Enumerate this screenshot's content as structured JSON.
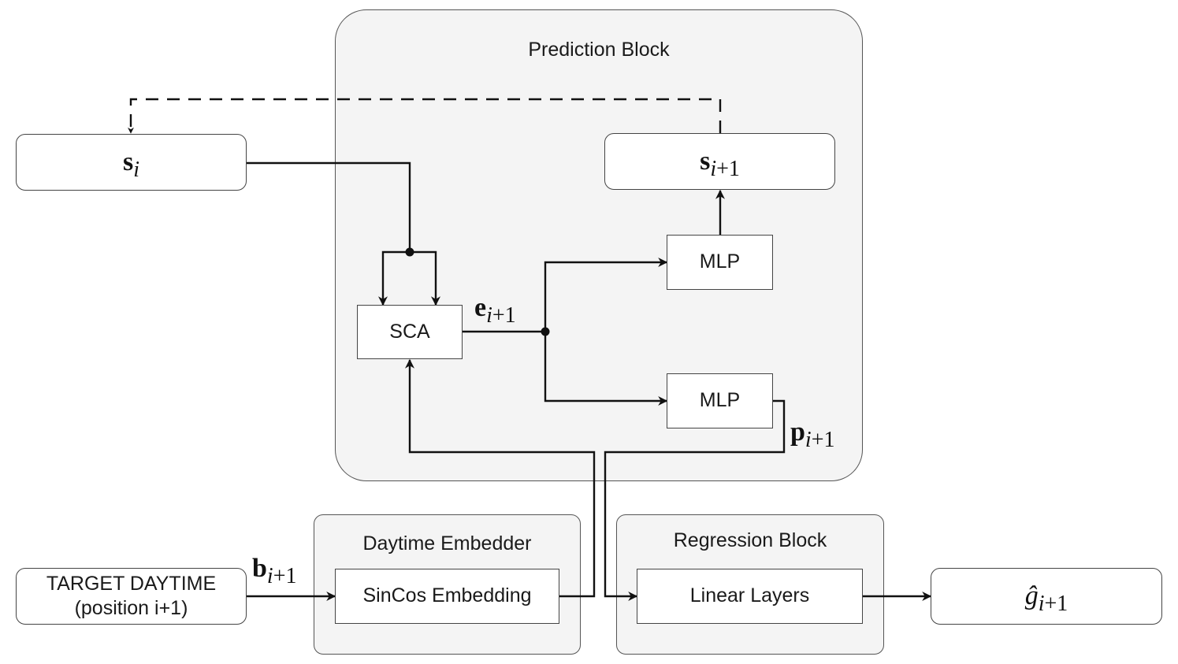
{
  "diagram": {
    "containers": {
      "prediction_block": {
        "title": "Prediction Block"
      },
      "daytime_embedder": {
        "title": "Daytime Embedder"
      },
      "regression_block": {
        "title": "Regression Block"
      }
    },
    "nodes": {
      "state_current": {
        "symbol": "s",
        "subscript": "i",
        "plain": "s_i"
      },
      "state_next": {
        "symbol": "s",
        "subscript": "i",
        "subscript_suffix": "+1",
        "plain": "s_{i+1}"
      },
      "sca": {
        "label": "SCA"
      },
      "mlp_top": {
        "label": "MLP"
      },
      "mlp_bottom": {
        "label": "MLP"
      },
      "target_daytime": {
        "line1": "TARGET DAYTIME",
        "line2": "(position i+1)"
      },
      "sincos_embedding": {
        "label": "SinCos Embedding"
      },
      "linear_layers": {
        "label": "Linear Layers"
      },
      "output": {
        "symbol": "ĝ",
        "subscript": "i",
        "subscript_suffix": "+1",
        "plain": "\\hat{g}_{i+1}"
      }
    },
    "edge_labels": {
      "e": {
        "symbol": "e",
        "subscript": "i",
        "subscript_suffix": "+1",
        "plain": "e_{i+1}"
      },
      "p": {
        "symbol": "p",
        "subscript": "i",
        "subscript_suffix": "+1",
        "plain": "p_{i+1}"
      },
      "b": {
        "symbol": "b",
        "subscript": "i",
        "subscript_suffix": "+1",
        "plain": "b_{i+1}"
      }
    },
    "edges": [
      {
        "from": "s_{i+1}",
        "to": "s_i",
        "style": "dashed",
        "meaning": "recurrent state feedback"
      },
      {
        "from": "s_i",
        "to": "SCA",
        "style": "solid",
        "split": 2
      },
      {
        "from": "SCA",
        "to": "MLP (top)",
        "label": "e_{i+1}"
      },
      {
        "from": "SCA",
        "to": "MLP (bottom)",
        "label": "e_{i+1}"
      },
      {
        "from": "MLP (top)",
        "to": "s_{i+1}"
      },
      {
        "from": "MLP (bottom)",
        "to": "Linear Layers",
        "label": "p_{i+1}"
      },
      {
        "from": "TARGET DAYTIME",
        "to": "SinCos Embedding",
        "label": "b_{i+1}"
      },
      {
        "from": "SinCos Embedding",
        "to": "SCA"
      },
      {
        "from": "Linear Layers",
        "to": "\\hat{g}_{i+1}"
      }
    ]
  }
}
